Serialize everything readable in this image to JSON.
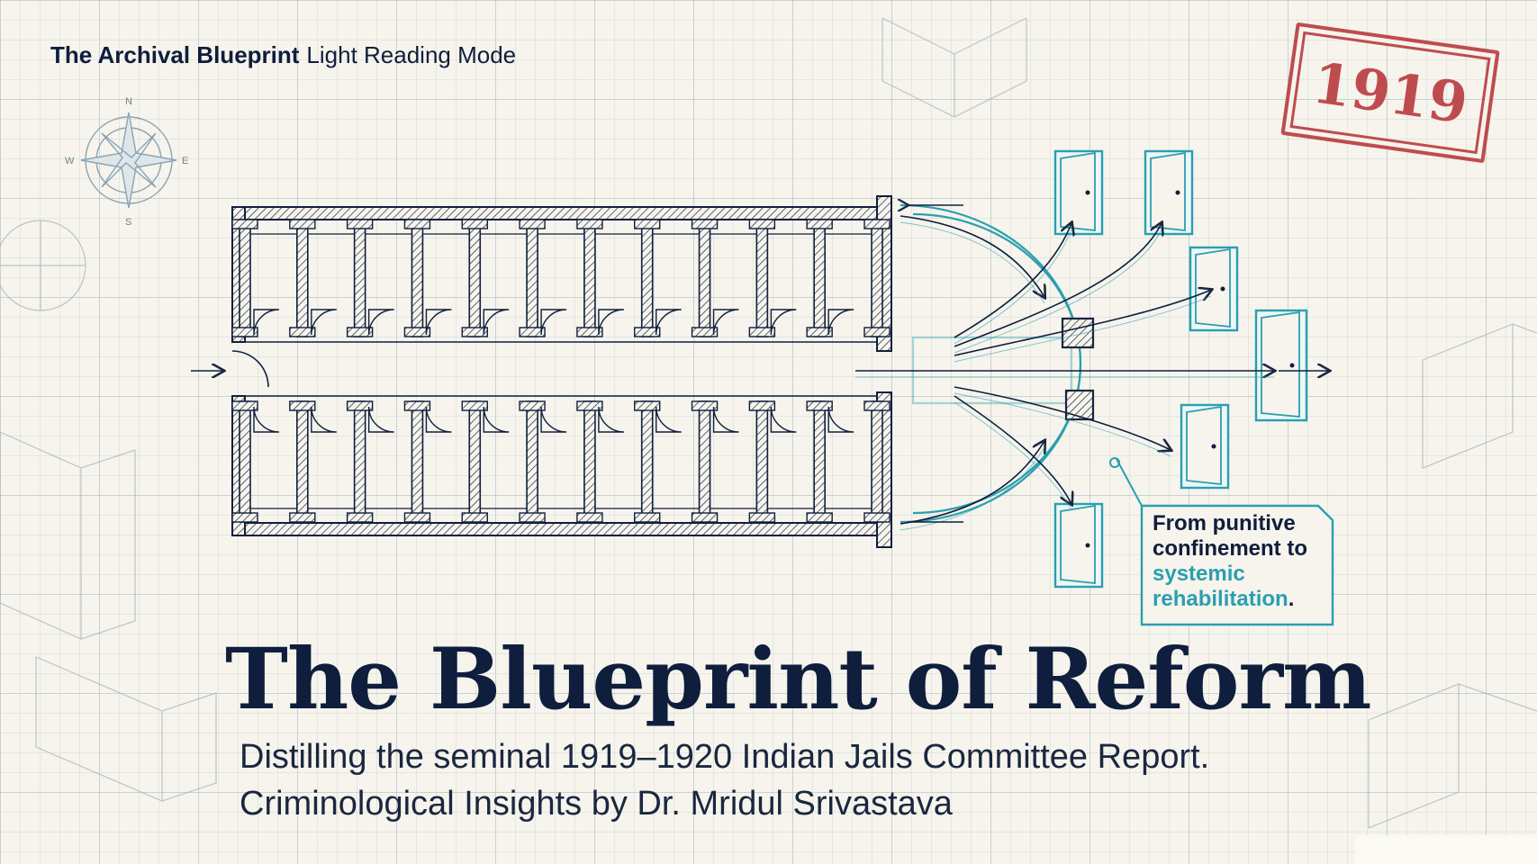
{
  "header": {
    "brand": "The Archival Blueprint",
    "mode": "Light Reading Mode"
  },
  "stamp": {
    "year": "1919"
  },
  "callout": {
    "line1": "From punitive confinement",
    "line2_prefix": "to",
    "highlight": "systemic rehabilitation",
    "end": "."
  },
  "title": "The Blueprint of Reform",
  "subtitle": {
    "line1": "Distilling the seminal 1919–1920 Indian Jails Committee Report.",
    "line2": "Criminological Insights by Dr. Mridul Srivastava"
  },
  "compass": {
    "n": "N",
    "s": "S",
    "e": "E",
    "w": "W"
  },
  "colors": {
    "navy": "#0f1e3d",
    "teal": "#2a9fb0",
    "stamp_red": "#b93a3f",
    "paper": "#f6f4ec"
  }
}
